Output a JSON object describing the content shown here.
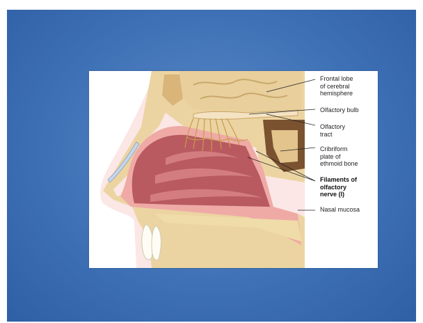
{
  "figure": {
    "labels": {
      "frontal_lobe": "Frontal lobe\nof cerebral\nhemisphere",
      "olfactory_bulb": "Olfactory bulb",
      "olfactory_tract": "Olfactory\ntract",
      "cribriform_plate": "Cribriform\nplate of\nethmoid bone",
      "filaments": "Filaments of\nolfactory\nnerve (I)",
      "nasal_mucosa": "Nasal mucosa"
    },
    "colors": {
      "slide_background": "#3f71b6",
      "brain": "#e8cf9c",
      "nasal_cavity": "#b85a60",
      "mucosa": "#f2b9b3",
      "bone": "#e9d3a0",
      "nerve": "#d9b36c"
    }
  }
}
